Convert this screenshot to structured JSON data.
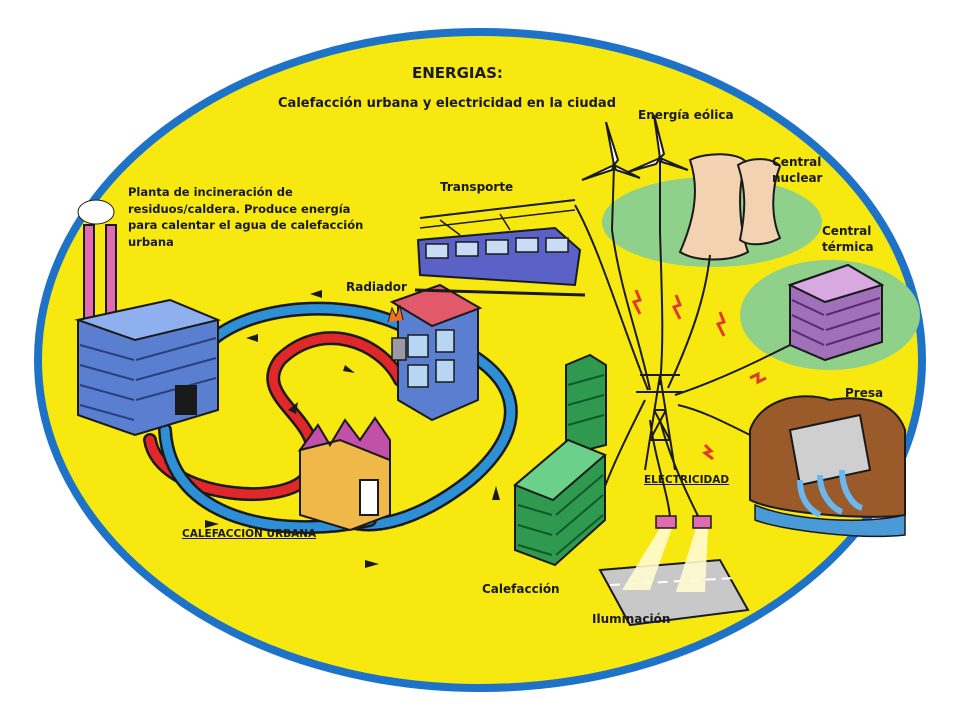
{
  "title": "ENERGIAS:",
  "subtitle": "Calefacción urbana y electricidad en la ciudad",
  "labels": {
    "eolica": "Energía eólica",
    "nuclear_1": "Central",
    "nuclear_2": "nuclear",
    "termica_1": "Central",
    "termica_2": "térmica",
    "transporte": "Transporte",
    "presa": "Presa",
    "radiador": "Radiador",
    "planta": "Planta de incineración de residuos/caldera. Produce energía para calentar el agua de calefacción urbana",
    "calefaccion_urbana": "CALEFACCIÓN URBANA",
    "electricidad": "ELECTRICIDAD",
    "calefaccion": "Calefacción",
    "iluminacion": "Iluminación"
  },
  "colors": {
    "background_oval": "#f7e810",
    "oval_border": "#1e73c8",
    "pipe_hot": "#e0282a",
    "pipe_cold": "#2d8fd6",
    "building_blue": "#5a7fd0",
    "building_green": "#2f9a4f",
    "building_purple": "#a070b8",
    "ground_green": "#8fd08a",
    "tower_beige": "#f2d2b0",
    "spark_red": "#e23a2a"
  },
  "icons": [
    "incinerator-icon",
    "radiator-house-icon",
    "factory-icon",
    "train-icon",
    "wind-turbine-icon",
    "cooling-tower-icon",
    "thermal-plant-icon",
    "dam-icon",
    "pylon-icon",
    "green-tower-icon",
    "street-light-icon"
  ]
}
